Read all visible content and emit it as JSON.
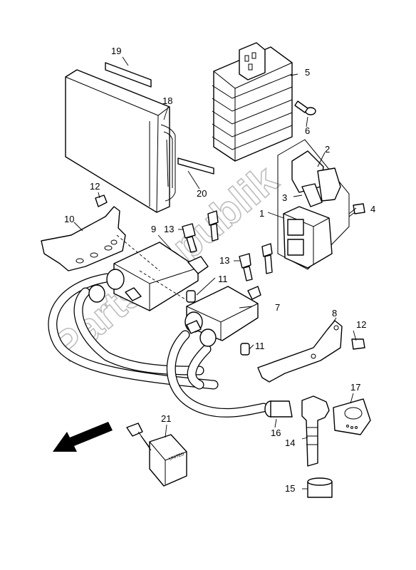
{
  "watermark": "PartsRepublik",
  "callouts": {
    "p1": "1",
    "p2": "2",
    "p3": "3",
    "p4": "4",
    "p5": "5",
    "p6": "6",
    "p7": "7",
    "p8": "8",
    "p9": "9",
    "p10": "10",
    "p11a": "11",
    "p11b": "11",
    "p12a": "12",
    "p12b": "12",
    "p13a": "13",
    "p13b": "13",
    "p14": "14",
    "p15": "15",
    "p16": "16",
    "p17": "17",
    "p18": "18",
    "p19": "19",
    "p20": "20",
    "p21": "21"
  },
  "unit_label_21": "UNITED"
}
